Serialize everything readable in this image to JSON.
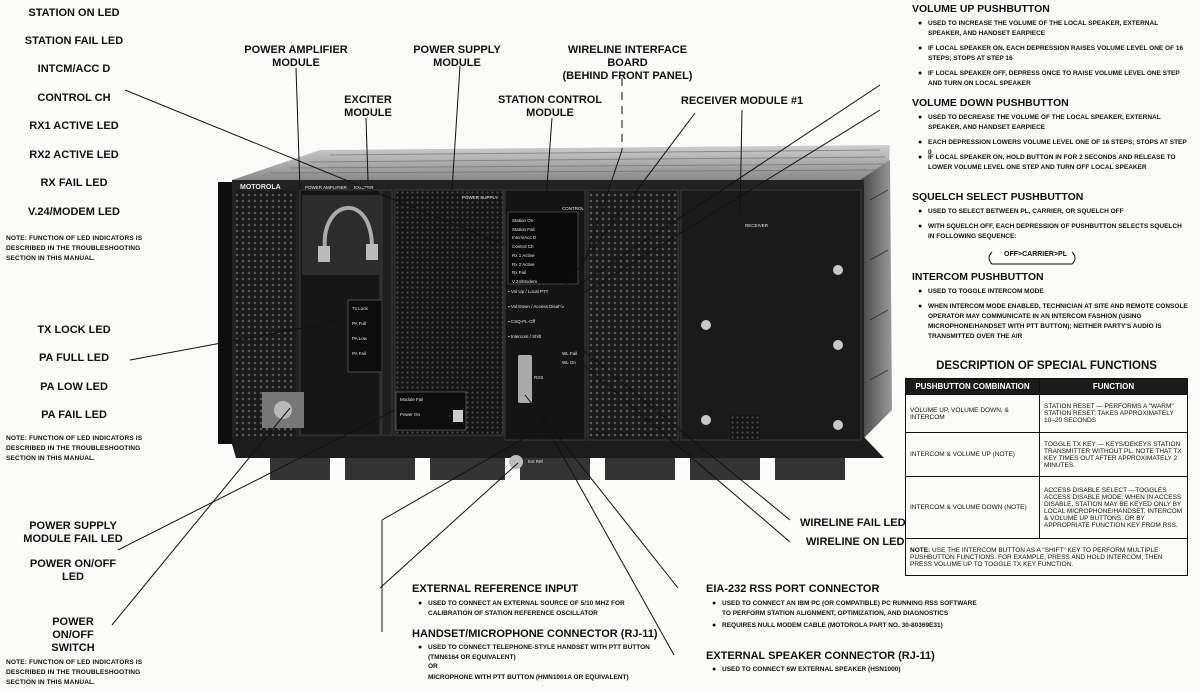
{
  "left_labels": {
    "station_on": "STATION ON LED",
    "station_fail": "STATION FAIL LED",
    "intcm": "INTCM/ACC D",
    "control_ch": "CONTROL CH",
    "rx1_active": "RX1 ACTIVE LED",
    "rx2_active": "RX2 ACTIVE LED",
    "rx_fail": "RX FAIL LED",
    "v24": "V.24/MODEM LED",
    "note1": "NOTE: FUNCTION OF LED INDICATORS IS DESCRIBED IN THE TROUBLESHOOTING SECTION IN THIS MANUAL.",
    "tx_lock": "TX LOCK LED",
    "pa_full": "PA FULL LED",
    "pa_low": "PA LOW LED",
    "pa_fail": "PA FAIL LED",
    "note2": "NOTE: FUNCTION OF LED INDICATORS IS DESCRIBED IN THE TROUBLESHOOTING SECTION IN THIS MANUAL.",
    "ps_fail": "POWER SUPPLY\nMODULE FAIL LED",
    "power_led": "POWER ON/OFF\nLED",
    "power_switch": "POWER\nON/OFF\nSWITCH",
    "note3": "NOTE: FUNCTION OF LED INDICATORS IS DESCRIBED IN THE TROUBLESHOOTING SECTION IN THIS MANUAL."
  },
  "top_labels": {
    "pa_module": "POWER AMPLIFIER\nMODULE",
    "exciter": "EXCITER\nMODULE",
    "ps_module": "POWER SUPPLY\nMODULE",
    "wireline_board": "WIRELINE INTERFACE\nBOARD\n(BEHIND FRONT PANEL)",
    "station_control": "STATION CONTROL\nMODULE",
    "receiver": "RECEIVER MODULE #1"
  },
  "bottom_labels": {
    "ext_ref": "EXTERNAL REFERENCE INPUT",
    "ext_ref_b1": "USED TO CONNECT AN EXTERNAL SOURCE OF 5/10 MHZ FOR CALIBRATION OF STATION REFERENCE OSCILLATOR",
    "handset": "HANDSET/MICROPHONE CONNECTOR (RJ-11)",
    "handset_b1": "USED TO CONNECT TELEPHONE-STYLE HANDSET WITH PTT BUTTON (TMN6164 OR EQUIVALENT)",
    "handset_or1": "OR",
    "handset_b2": "MICROPHONE WITH PTT BUTTON (HMN1001A OR EQUIVALENT)",
    "eia": "EIA-232 RSS PORT CONNECTOR",
    "eia_b1": "USED TO CONNECT AN IBM PC (OR COMPATIBLE) PC RUNNING RSS SOFTWARE TO PERFORM STATION ALIGNMENT, OPTIMIZATION, AND DIAGNOSTICS",
    "eia_b2": "REQUIRES NULL MODEM CABLE (MOTOROLA PART NO. 30-80369E31)",
    "ext_spk": "EXTERNAL SPEAKER CONNECTOR (RJ-11)",
    "ext_spk_b1": "USED TO CONNECT 6W EXTERNAL SPEAKER (HSN1000)",
    "wl_fail": "WIRELINE FAIL LED",
    "wl_on": "WIRELINE ON LED"
  },
  "right": {
    "vol_up_h": "VOLUME UP PUSHBUTTON",
    "vol_up": [
      "USED TO INCREASE THE VOLUME OF THE LOCAL SPEAKER, EXTERNAL SPEAKER, AND HANDSET EARPIECE",
      "IF LOCAL SPEAKER ON, EACH DEPRESSION RAISES VOLUME LEVEL ONE OF 16 STEPS; STOPS AT STEP 16",
      "IF LOCAL SPEAKER OFF, DEPRESS ONCE TO  RAISE VOLUME LEVEL ONE STEP AND TURN ON LOCAL SPEAKER"
    ],
    "vol_down_h": "VOLUME DOWN PUSHBUTTON",
    "vol_down": [
      "USED TO DECREASE THE VOLUME OF THE LOCAL SPEAKER, EXTERNAL SPEAKER, AND HANDSET EARPIECE",
      "EACH DEPRESSION LOWERS VOLUME LEVEL ONE OF 16 STEPS; STOPS AT STEP 0",
      "IF LOCAL SPEAKER ON, HOLD BUTTON IN FOR 2 SECONDS AND RELEASE TO LOWER VOLUME LEVEL ONE STEP AND TURN OFF LOCAL SPEAKER"
    ],
    "squelch_h": "SQUELCH SELECT PUSHBUTTON",
    "squelch": [
      "USED TO SELECT BETWEEN PL, CARRIER, OR SQUELCH OFF",
      "WITH SQUELCH OFF, EACH DEPRESSION OF PUSHBUTTON SELECTS SQUELCH IN FOLLOWING SEQUENCE:"
    ],
    "squelch_seq": "OFF>CARRIER>PL",
    "intercom_h": "INTERCOM PUSHBUTTON",
    "intercom": [
      "USED TO TOGGLE INTERCOM MODE",
      "WHEN INTERCOM MODE ENABLED, TECHNICIAN AT SITE AND REMOTE CONSOLE OPERATOR MAY COMMUNICATE IN AN INTERCOM FASHION  (USING MICROPHONE/HANDSET WITH PTT BUTTON); NEITHER PARTY'S AUDIO IS TRANSMITTED OVER THE AIR"
    ],
    "sf_title": "DESCRIPTION OF SPECIAL FUNCTIONS",
    "sf_col1": "PUSHBUTTON COMBINATION",
    "sf_col2": "FUNCTION",
    "sf_rows": [
      {
        "combo": "VOLUME UP, VOLUME DOWN, & INTERCOM",
        "func": "STATION RESET — PERFORMS A \"WARM\" STATION RESET; TAKES APPROXIMATELY 10–20 SECONDS"
      },
      {
        "combo": "INTERCOM & VOLUME UP (NOTE)",
        "func": "TOGGLE TX KEY — KEYS/DEKEYS STATION TRANSMITTER WITHOUT PL. NOTE THAT TX KEY TIMES OUT AFTER APPROXIMATELY 2 MINUTES."
      },
      {
        "combo": "INTERCOM & VOLUME DOWN (NOTE)",
        "func": "ACCESS DISABLE SELECT —TOGGLES ACCESS DISABLE MODE; WHEN IN ACCESS DISABLE, STATION MAY BE KEYED ONLY BY LOCAL MICROPHONE/HANDSET, INTERCOM & VOLUME UP BUTTONS, OR BY APPROPRIATE FUNCTION KEY FROM RSS."
      }
    ],
    "sf_note_label": "NOTE:",
    "sf_note": "USE THE INTERCOM BUTTON AS A \"SHIFT\" KEY TO PERFORM MULTIPLE PUSHBUTTON FUNCTIONS. FOR EXAMPLE, PRESS AND HOLD INTERCOM, THEN PRESS VOLUME UP TO TOGGLE TX KEY FUNCTION."
  },
  "equipment": {
    "brand": "MOTOROLA",
    "pa_tag": "POWER AMPLIFIER",
    "exciter_tag": "EXCITER",
    "ps_tag": "POWER SUPPLY",
    "control_tag": "CONTROL",
    "receiver_tag": "RECEIVER",
    "control_leds": [
      "Station On",
      "Station Fail",
      "Intcm/Acc D",
      "Control Ch",
      "Rx 1 Active",
      "Rx 2 Active",
      "Rx Fail",
      "V.24/Modem"
    ],
    "control_buttons": [
      "Vol Up / Local PTT",
      "Vol Down / Access Disable",
      "CSQ-PL-Off",
      "Intercom / Shift"
    ],
    "pa_leds": [
      "Tx Lock",
      "PA Full",
      "PA Low",
      "PA Fail"
    ],
    "ps_leds": [
      "Module Fail",
      "Power On"
    ],
    "wl_leds": [
      "WL Fail",
      "WL On"
    ],
    "rss": "RSS",
    "ext_ref": "Ext Ref"
  }
}
